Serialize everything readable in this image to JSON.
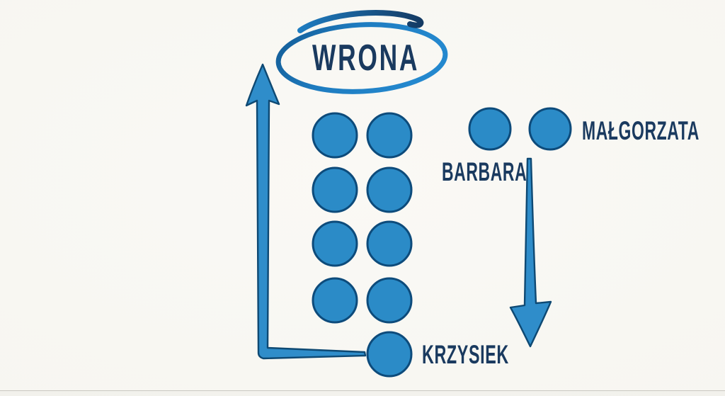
{
  "diagram": {
    "title": "WRONA",
    "labels": {
      "wrona": "WRONA",
      "malgorzata": "MAŁGORZATA",
      "barbara": "BARBARA",
      "krzysiek": "KRZYSIEK"
    },
    "left_group": {
      "rows_of_pairs": 4,
      "single_bottom_circle": 1,
      "total_circles": 9,
      "bottom_circle_label": "KRZYSIEK"
    },
    "right_group": {
      "total_circles": 2,
      "left_circle_label": "BARBARA",
      "right_circle_label": "MAŁGORZATA"
    },
    "icons": {
      "up_arrow": "up-arrow-icon",
      "down_arrow": "down-arrow-icon",
      "ellipse": "ellipse-highlight"
    },
    "colors": {
      "background": "#f7f6f1",
      "circle_fill": "#2b8bc7",
      "circle_stroke": "#0d4b7b",
      "arrow_fill": "#2f8dca",
      "arrow_stroke": "#0e4973",
      "ellipse_stroke": "#1e7cc0",
      "text": "#1a3a5f"
    }
  }
}
